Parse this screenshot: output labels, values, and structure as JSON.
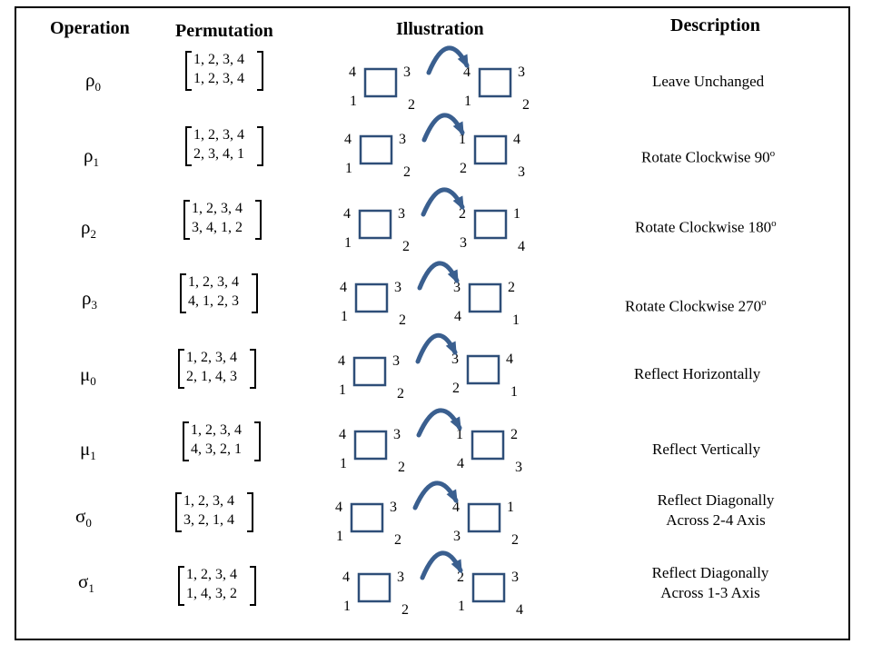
{
  "headers": {
    "operation": "Operation",
    "permutation": "Permutation",
    "illustration": "Illustration",
    "description": "Description"
  },
  "rows": [
    {
      "op_sym": "ρ",
      "op_sub": "0",
      "perm_top": "1, 2, 3, 4",
      "perm_bottom": "1, 2, 3, 4",
      "left": {
        "tl": "4",
        "tr": "3",
        "bl": "1",
        "br": "2"
      },
      "right": {
        "tl": "4",
        "tr": "3",
        "bl": "1",
        "br": "2"
      },
      "desc": [
        "Leave Unchanged"
      ],
      "desc_sup": ""
    },
    {
      "op_sym": "ρ",
      "op_sub": "1",
      "perm_top": "1, 2, 3, 4",
      "perm_bottom": "2, 3, 4, 1",
      "left": {
        "tl": "4",
        "tr": "3",
        "bl": "1",
        "br": "2"
      },
      "right": {
        "tl": "1",
        "tr": "4",
        "bl": "2",
        "br": "3"
      },
      "desc": [
        "Rotate Clockwise 90"
      ],
      "desc_sup": "o"
    },
    {
      "op_sym": "ρ",
      "op_sub": "2",
      "perm_top": "1, 2, 3, 4",
      "perm_bottom": "3, 4, 1, 2",
      "left": {
        "tl": "4",
        "tr": "3",
        "bl": "1",
        "br": "2"
      },
      "right": {
        "tl": "2",
        "tr": "1",
        "bl": "3",
        "br": "4"
      },
      "desc": [
        "Rotate Clockwise 180"
      ],
      "desc_sup": "o"
    },
    {
      "op_sym": "ρ",
      "op_sub": "3",
      "perm_top": "1, 2, 3, 4",
      "perm_bottom": "4, 1, 2, 3",
      "left": {
        "tl": "4",
        "tr": "3",
        "bl": "1",
        "br": "2"
      },
      "right": {
        "tl": "3",
        "tr": "2",
        "bl": "4",
        "br": "1"
      },
      "desc": [
        "Rotate Clockwise 270"
      ],
      "desc_sup": "o"
    },
    {
      "op_sym": "μ",
      "op_sub": "0",
      "perm_top": "1, 2, 3, 4",
      "perm_bottom": "2, 1, 4, 3",
      "left": {
        "tl": "4",
        "tr": "3",
        "bl": "1",
        "br": "2"
      },
      "right": {
        "tl": "3",
        "tr": "4",
        "bl": "2",
        "br": "1"
      },
      "desc": [
        "Reflect Horizontally"
      ],
      "desc_sup": ""
    },
    {
      "op_sym": "μ",
      "op_sub": "1",
      "perm_top": "1, 2, 3, 4",
      "perm_bottom": "4, 3, 2, 1",
      "left": {
        "tl": "4",
        "tr": "3",
        "bl": "1",
        "br": "2"
      },
      "right": {
        "tl": "1",
        "tr": "2",
        "bl": "4",
        "br": "3"
      },
      "desc": [
        "Reflect Vertically"
      ],
      "desc_sup": ""
    },
    {
      "op_sym": "σ",
      "op_sub": "0",
      "perm_top": "1, 2, 3, 4",
      "perm_bottom": "3, 2, 1, 4",
      "left": {
        "tl": "4",
        "tr": "3",
        "bl": "1",
        "br": "2"
      },
      "right": {
        "tl": "4",
        "tr": "1",
        "bl": "3",
        "br": "2"
      },
      "desc": [
        "Reflect Diagonally",
        "Across 2-4 Axis"
      ],
      "desc_sup": ""
    },
    {
      "op_sym": "σ",
      "op_sub": "1",
      "perm_top": "1, 2, 3, 4",
      "perm_bottom": "1, 4, 3, 2",
      "left": {
        "tl": "4",
        "tr": "3",
        "bl": "1",
        "br": "2"
      },
      "right": {
        "tl": "2",
        "tr": "3",
        "bl": "1",
        "br": "4"
      },
      "desc": [
        "Reflect Diagonally",
        "Across 1-3 Axis"
      ],
      "desc_sup": ""
    }
  ],
  "colors": {
    "square_stroke": "#2e4e78",
    "arrow": "#3a5f8f",
    "text": "#000000",
    "border": "#000000"
  }
}
